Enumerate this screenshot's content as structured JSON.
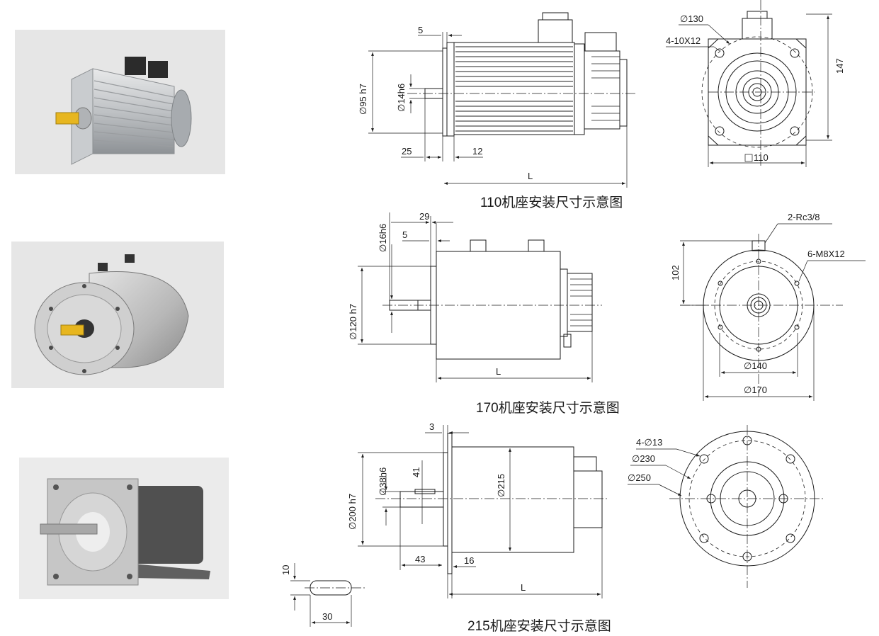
{
  "figures": [
    {
      "caption": "110机座安装尺寸示意图",
      "labels": {
        "flange_thickness": "5",
        "spigot_dia": "∅95 h7",
        "shaft_dia": "∅14h6",
        "shaft_length": "25",
        "spigot_length": "12",
        "overall_length": "L",
        "pcd": "∅130",
        "holes": "4-10X12",
        "height": "147",
        "square": "110"
      }
    },
    {
      "caption": "170机座安装尺寸示意图",
      "labels": {
        "shaft_dia": "∅16h6",
        "shaft_length": "29",
        "flange_thickness": "5",
        "spigot_dia": "∅120 h7",
        "overall_length": "L",
        "port": "2-Rc3/8",
        "holes": "6-M8X12",
        "height": "102",
        "pcd": "∅140",
        "outer_dia": "∅170"
      }
    },
    {
      "caption": "215机座安装尺寸示意图",
      "labels": {
        "flange_thickness": "3",
        "spigot_dia": "∅200 h7",
        "shaft_dia": "∅38h6",
        "key_height": "41",
        "body_dia": "∅215",
        "shaft_length": "43",
        "flange_width": "16",
        "overall_length": "L",
        "key_width": "10",
        "key_length": "30",
        "holes": "4-∅13",
        "pcd": "∅230",
        "outer_dia": "∅250"
      }
    }
  ]
}
